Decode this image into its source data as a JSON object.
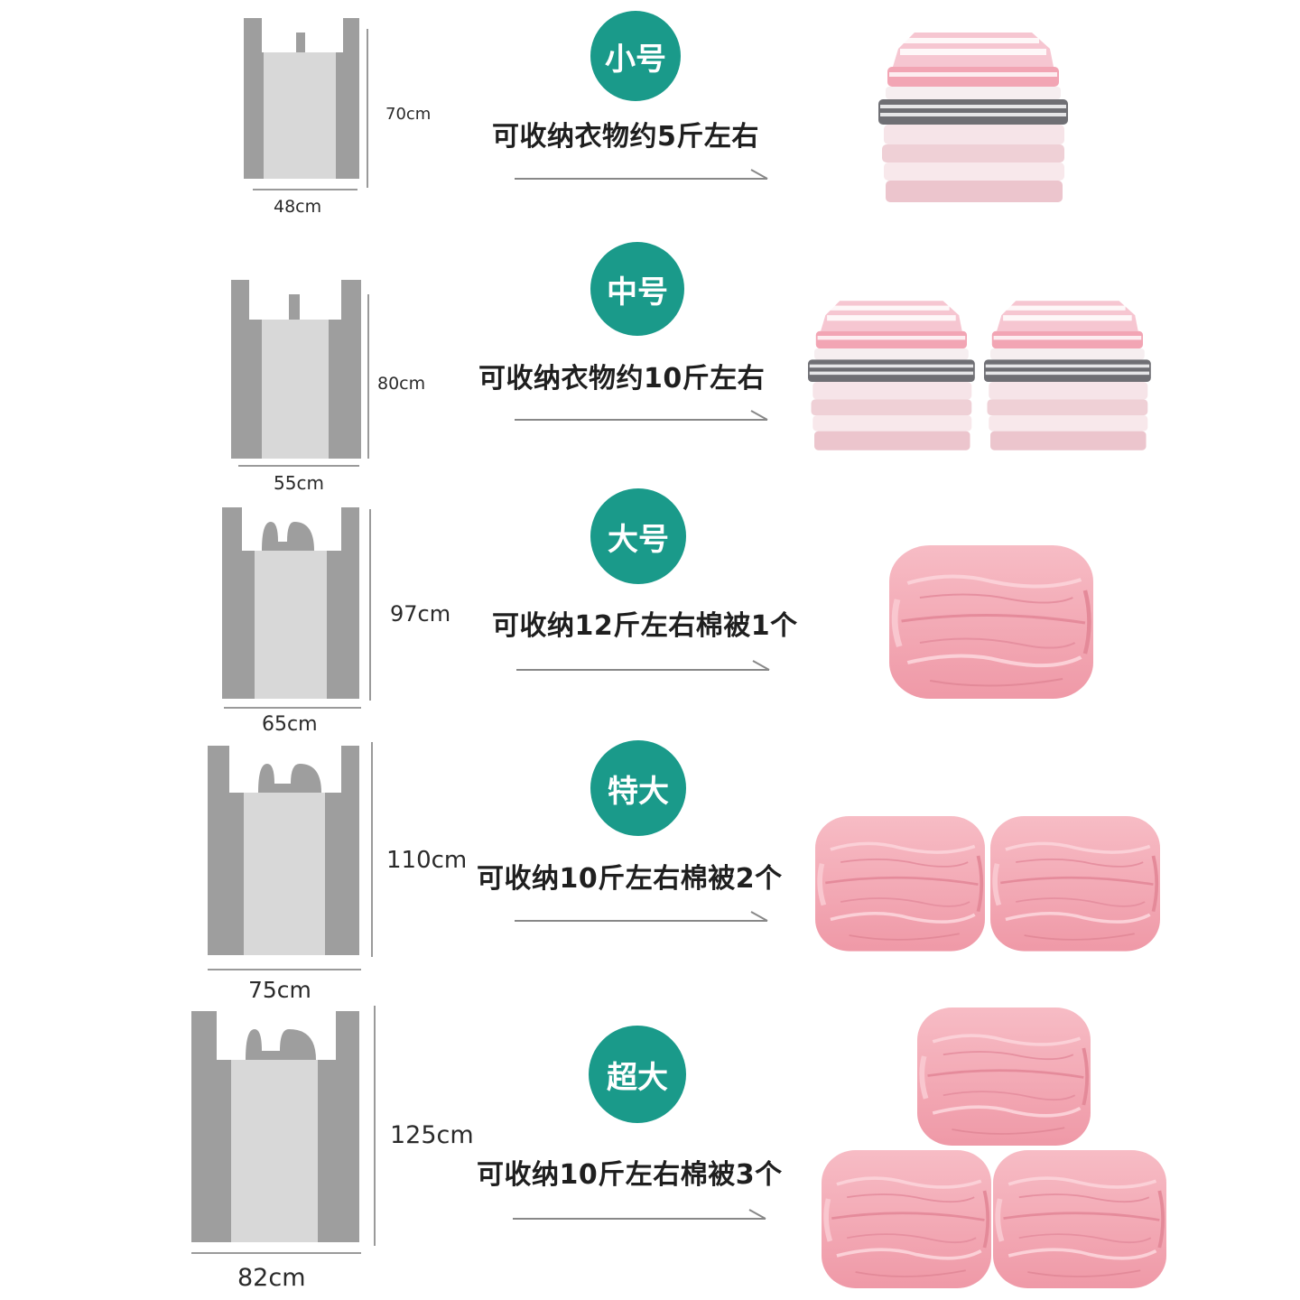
{
  "colors": {
    "badge": "#1a9a8a",
    "bag_outer": "#9e9e9e",
    "bag_inner": "#d8d8d8",
    "quilt": "#f3a7b2",
    "stripe_pink": "#f2a5b4",
    "stripe_gray": "#8a8a8e"
  },
  "rows": [
    {
      "size": "小号",
      "desc": "可收纳衣物约5斤左右",
      "height": "70cm",
      "width": "48cm",
      "content_icon": "folded-clothes-stack-icon",
      "content_count": 1
    },
    {
      "size": "中号",
      "desc": "可收纳衣物约10斤左右",
      "height": "80cm",
      "width": "55cm",
      "content_icon": "folded-clothes-stack-icon",
      "content_count": 2
    },
    {
      "size": "大号",
      "desc": "可收纳12斤左右棉被1个",
      "height": "97cm",
      "width": "65cm",
      "content_icon": "folded-quilt-icon",
      "content_count": 1
    },
    {
      "size": "特大",
      "desc": "可收纳10斤左右棉被2个",
      "height": "110cm",
      "width": "75cm",
      "content_icon": "folded-quilt-icon",
      "content_count": 2
    },
    {
      "size": "超大",
      "desc": "可收纳10斤左右棉被3个",
      "height": "125cm",
      "width": "82cm",
      "content_icon": "folded-quilt-icon",
      "content_count": 3
    }
  ]
}
